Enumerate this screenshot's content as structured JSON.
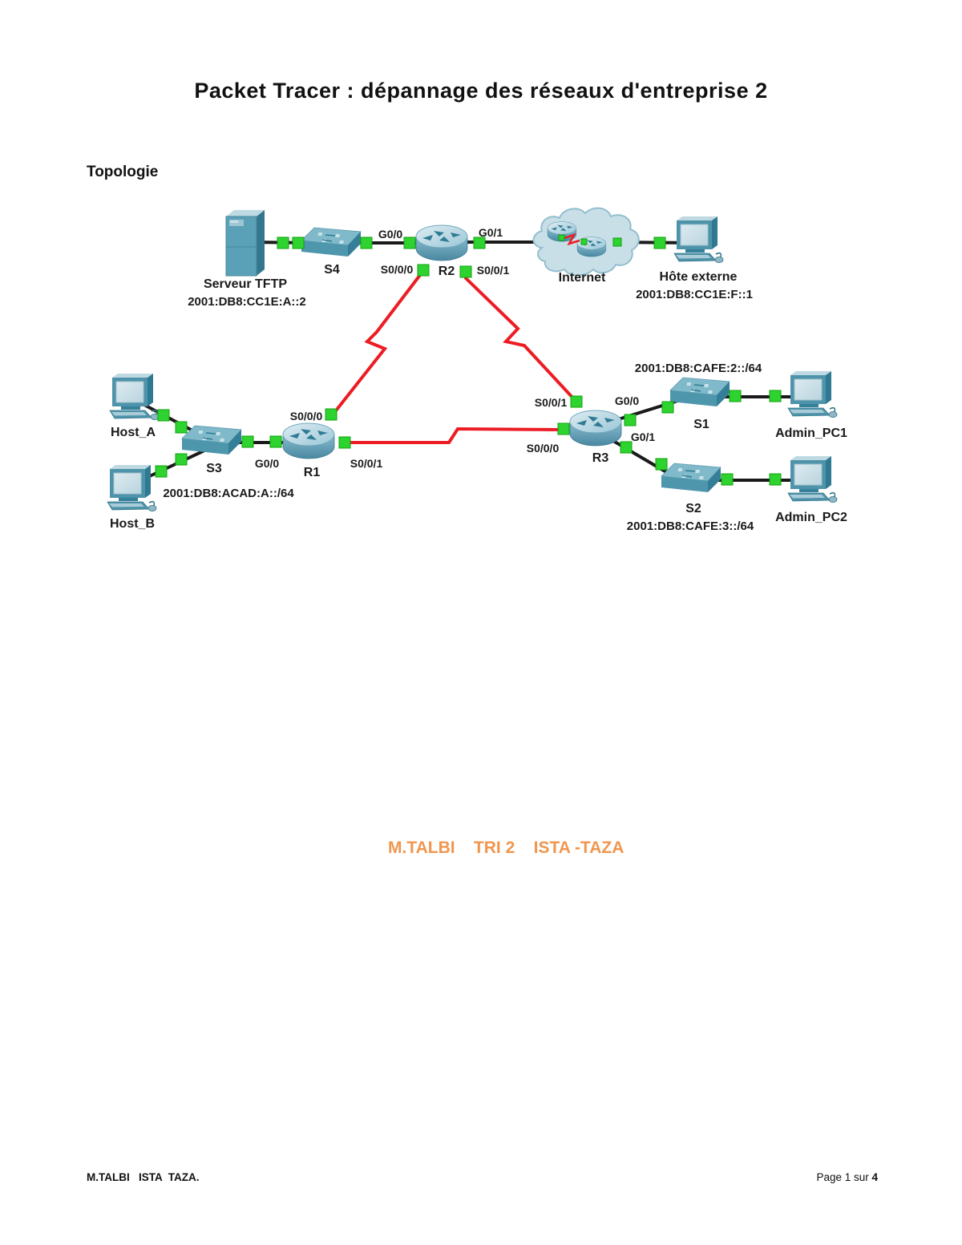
{
  "page": {
    "title": "Packet Tracer : dépannage des réseaux d'entreprise 2",
    "section_heading": "Topologie",
    "watermark": "M.TALBI    TRI 2    ISTA -TAZA",
    "footer_left": "M.TALBI   ISTA  TAZA.",
    "footer_right_prefix": "Page 1 sur ",
    "footer_right_page": "4"
  },
  "colors": {
    "watermark_orange": "#F0964E",
    "serial_link_red": "#EC1C24",
    "ethernet_link_black": "#1A1A1A",
    "status_green": "#2FD32F",
    "device_teal": "#5FA3B8"
  },
  "topology": {
    "nodes": {
      "server": {
        "label": "Serveur TFTP",
        "address": "2001:DB8:CC1E:A::2"
      },
      "s4": {
        "label": "S4"
      },
      "r2": {
        "label": "R2"
      },
      "internet": {
        "label": "Internet"
      },
      "external_host": {
        "label": "Hôte externe",
        "address": "2001:DB8:CC1E:F::1"
      },
      "host_a": {
        "label": "Host_A"
      },
      "host_b": {
        "label": "Host_B"
      },
      "s3": {
        "label": "S3",
        "network": "2001:DB8:ACAD:A::/64"
      },
      "r1": {
        "label": "R1"
      },
      "r3": {
        "label": "R3"
      },
      "s1": {
        "label": "S1",
        "network": "2001:DB8:CAFE:2::/64"
      },
      "admin_pc1": {
        "label": "Admin_PC1"
      },
      "s2": {
        "label": "S2",
        "network": "2001:DB8:CAFE:3::/64"
      },
      "admin_pc2": {
        "label": "Admin_PC2"
      }
    },
    "interfaces": {
      "r2_g0_0": "G0/0",
      "r2_g0_1": "G0/1",
      "r2_s0_0_0": "S0/0/0",
      "r2_s0_0_1": "S0/0/1",
      "r1_g0_0": "G0/0",
      "r1_s0_0_0": "S0/0/0",
      "r1_s0_0_1": "S0/0/1",
      "r3_s0_0_1": "S0/0/1",
      "r3_s0_0_0": "S0/0/0",
      "r3_g0_0": "G0/0",
      "r3_g0_1": "G0/1"
    }
  }
}
